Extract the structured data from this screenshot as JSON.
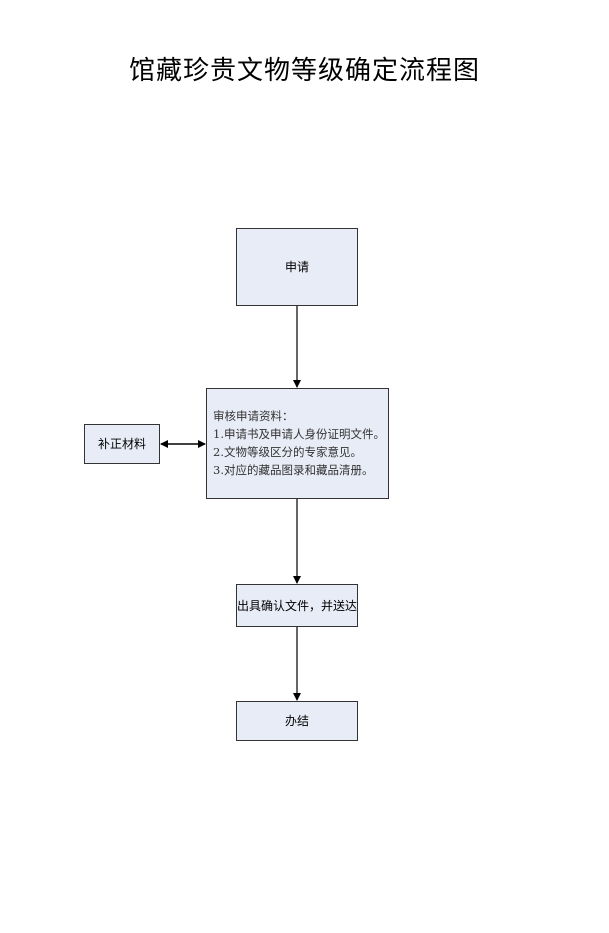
{
  "title": "馆藏珍贵文物等级确定流程图",
  "nodes": {
    "apply": "申请",
    "review": {
      "heading": "审核申请资料：",
      "items": [
        "1.申请书及申请人身份证明文件。",
        "2.文物等级区分的专家意见。",
        "3.对应的藏品图录和藏品清册。"
      ]
    },
    "supplement": "补正材料",
    "issue": "出具确认文件，并送达",
    "finish": "办结"
  }
}
